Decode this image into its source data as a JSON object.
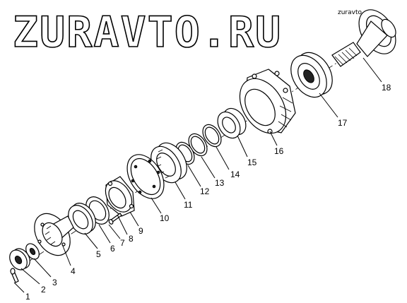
{
  "watermark": {
    "text": "ZURAVTO.RU",
    "mark": "zuravto"
  },
  "callouts": [
    {
      "label": "1"
    },
    {
      "label": "2"
    },
    {
      "label": "3"
    },
    {
      "label": "4"
    },
    {
      "label": "5"
    },
    {
      "label": "6"
    },
    {
      "label": "7"
    },
    {
      "label": "8"
    },
    {
      "label": "9"
    },
    {
      "label": "10"
    },
    {
      "label": "11"
    },
    {
      "label": "12"
    },
    {
      "label": "13"
    },
    {
      "label": "14"
    },
    {
      "label": "15"
    },
    {
      "label": "16"
    },
    {
      "label": "17"
    },
    {
      "label": "18"
    }
  ]
}
